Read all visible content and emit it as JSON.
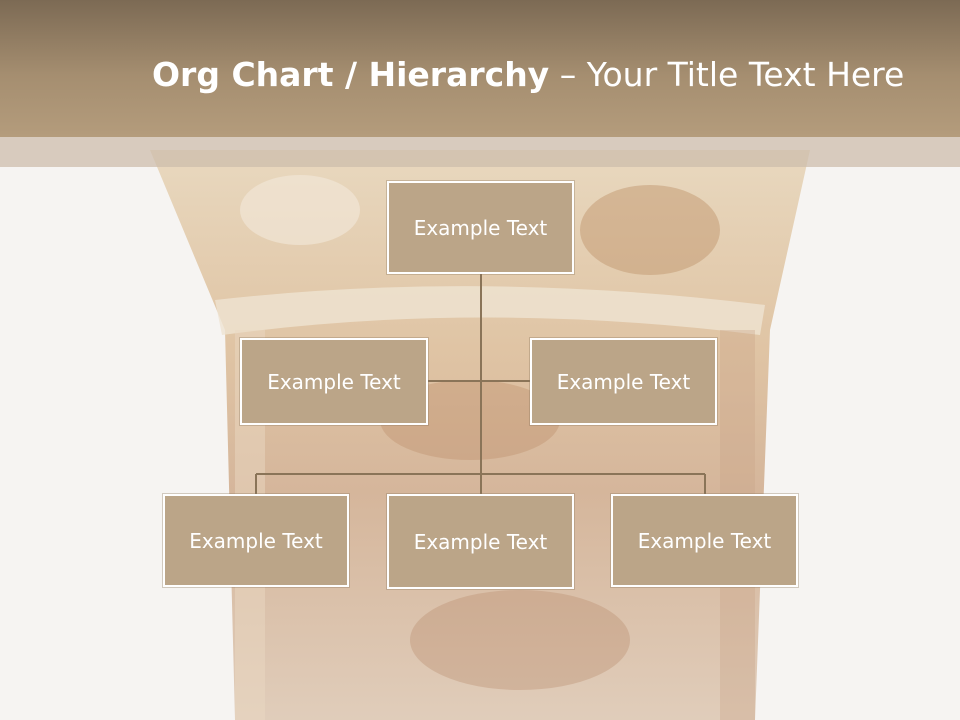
{
  "title": {
    "bold": "Org Chart / Hierarchy",
    "dash": " – ",
    "regular": "Your Title Text Here"
  },
  "colors": {
    "title_bar": "#a58e70",
    "node_fill": "#bba588",
    "node_border": "#ffffff",
    "connector": "#8a7458",
    "background": "#f5f3f1"
  },
  "nodes": {
    "root": "Example Text",
    "level1": [
      "Example Text",
      "Example Text"
    ],
    "level2": [
      "Example Text",
      "Example Text",
      "Example Text"
    ]
  }
}
